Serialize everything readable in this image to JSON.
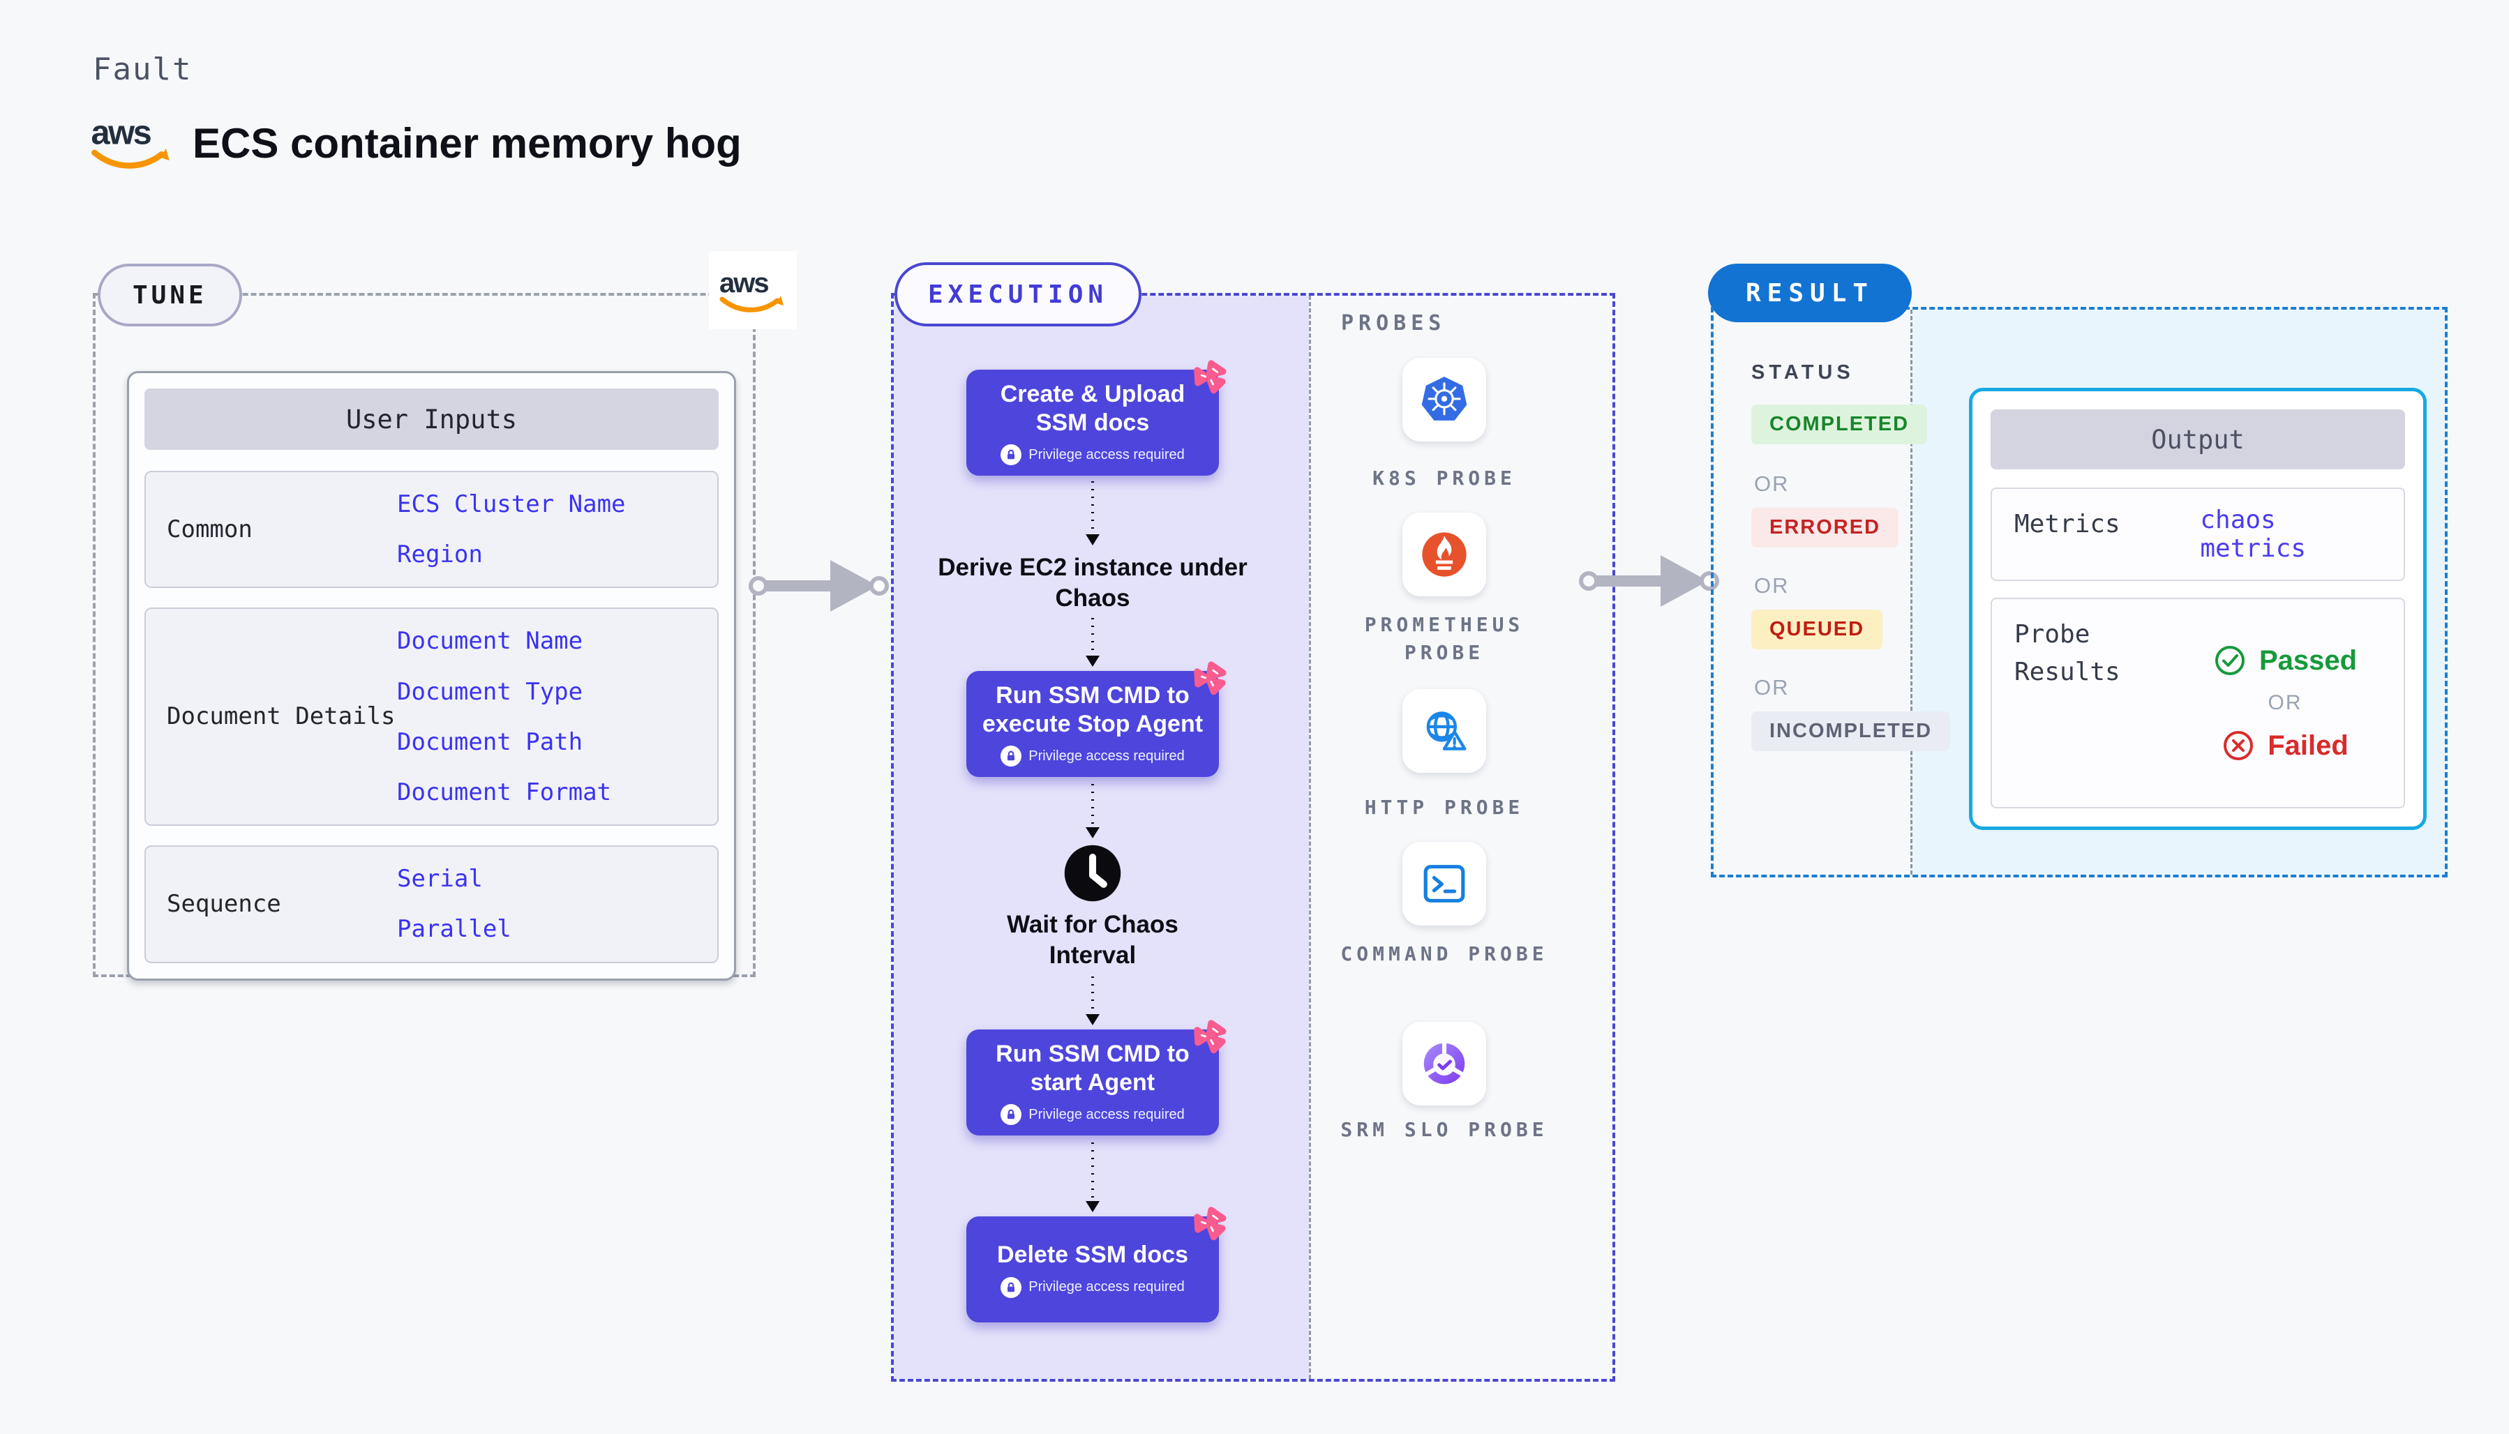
{
  "page": {
    "kicker": "Fault",
    "title": "ECS container memory hog"
  },
  "aws": {
    "logo_text": "aws"
  },
  "tune": {
    "badge": "TUNE",
    "user_inputs": {
      "header": "User Inputs",
      "rows": [
        {
          "label": "Common",
          "values": [
            "ECS Cluster Name",
            "Region"
          ]
        },
        {
          "label": "Document Details",
          "values": [
            "Document Name",
            "Document Type",
            "Document Path",
            "Document Format"
          ]
        },
        {
          "label": "Sequence",
          "values": [
            "Serial",
            "Parallel"
          ]
        }
      ]
    }
  },
  "execution": {
    "badge": "EXECUTION",
    "steps": [
      {
        "title": "Create & Upload SSM docs",
        "note": "Privilege access required"
      },
      {
        "title": "Run SSM CMD to execute Stop Agent",
        "note": "Privilege access required"
      },
      {
        "title": "Run SSM CMD to start Agent",
        "note": "Privilege access required"
      },
      {
        "title": "Delete SSM docs",
        "note": "Privilege access required"
      }
    ],
    "labels": {
      "derive": "Derive EC2 instance under Chaos",
      "wait": "Wait for Chaos Interval"
    }
  },
  "probes": {
    "heading": "PROBES",
    "items": [
      {
        "label": "K8S PROBE",
        "icon": "kubernetes-icon"
      },
      {
        "label": "PROMETHEUS PROBE",
        "icon": "prometheus-icon"
      },
      {
        "label": "HTTP PROBE",
        "icon": "http-globe-warning-icon"
      },
      {
        "label": "COMMAND PROBE",
        "icon": "terminal-icon"
      },
      {
        "label": "SRM SLO PROBE",
        "icon": "slo-gauge-icon"
      }
    ]
  },
  "result": {
    "badge": "RESULT",
    "status": {
      "heading": "STATUS",
      "separator": "OR",
      "options": [
        "COMPLETED",
        "ERRORED",
        "QUEUED",
        "INCOMPLETED"
      ]
    },
    "output": {
      "header": "Output",
      "metrics_label": "Metrics",
      "metrics_value": "chaos metrics",
      "probe_results_label": "Probe Results",
      "passed": "Passed",
      "separator": "OR",
      "failed": "Failed"
    }
  },
  "colors": {
    "page_background": "#f7f8fa",
    "aws_orange": "#f79400",
    "step_indigo": "#4e45dc",
    "execution_border": "#4a47d2",
    "execution_panel": "#e4e2fa",
    "result_border": "#1b7ed2",
    "result_pill": "#1273d2",
    "result_panel": "#e8f5fd",
    "output_border": "#17a9e2",
    "link_blue": "#3a33ef",
    "chaos_pink": "#f85c8f",
    "completed_green": "#18852a",
    "errored_red": "#c42222",
    "queued_amber_bg": "#fcefc2",
    "passed_green": "#169a3b",
    "failed_red": "#d92b2b"
  }
}
